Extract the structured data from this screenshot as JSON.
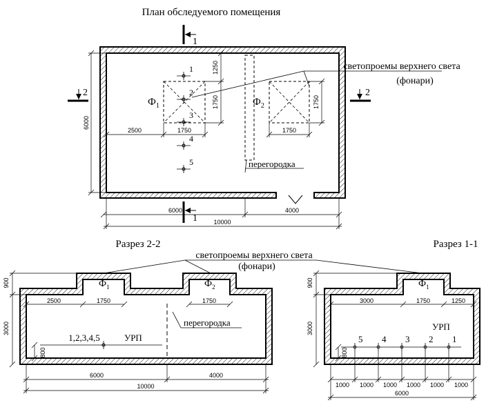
{
  "titles": {
    "plan": "План обследуемого помещения",
    "section22": "Разрез 2-2",
    "section11": "Разрез 1-1"
  },
  "labels": {
    "skylights": "светопроемы верхнего света",
    "lanterns": "(фонари)",
    "partition": "перегородка",
    "urp": "УРП",
    "f1": "Ф",
    "f1_sub": "1",
    "f2": "Ф",
    "f2_sub": "2",
    "cut1": "1",
    "cut2": "2",
    "points_combined": "1,2,3,4,5"
  },
  "plan_points": [
    "1",
    "2",
    "3",
    "4",
    "5"
  ],
  "section11_points": [
    "5",
    "4",
    "3",
    "2",
    "1"
  ],
  "plan_dims": {
    "d1250": "1250",
    "d1750_vert_f1": "1750",
    "d1750_vert_f2": "1750",
    "d2500": "2500",
    "d1750_f1": "1750",
    "d1750_f2": "1750",
    "d6000_vert": "6000",
    "d6000": "6000",
    "d4000": "4000",
    "d10000": "10000"
  },
  "s22_dims": {
    "d900": "900",
    "d3000": "3000",
    "d800": "800",
    "d2500": "2500",
    "d1750_f1": "1750",
    "d1750_f2": "1750",
    "d6000": "6000",
    "d4000": "4000",
    "d10000": "10000"
  },
  "s11_dims": {
    "d900": "900",
    "d3000": "3000",
    "d800": "800",
    "d3000h": "3000",
    "d1750": "1750",
    "d1250": "1250",
    "d1000": [
      "1000",
      "1000",
      "1000",
      "1000",
      "1000",
      "1000"
    ],
    "d6000": "6000"
  }
}
